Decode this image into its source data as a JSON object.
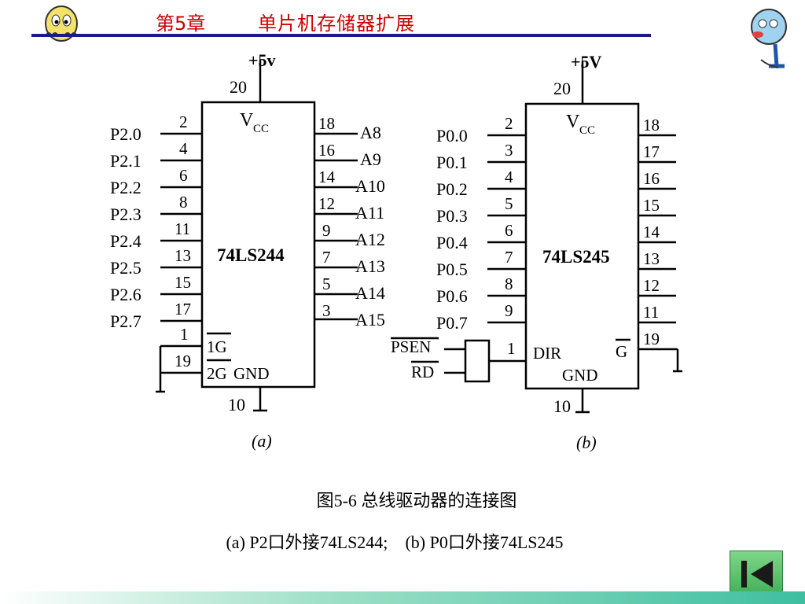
{
  "header": {
    "chapter": "第5章",
    "title": "单片机存储器扩展"
  },
  "diagram_a": {
    "power": "+5v",
    "power_pin": "20",
    "vcc": "V",
    "vcc_sub": "CC",
    "chip": "74LS244",
    "left_ports": [
      "P2.0",
      "P2.1",
      "P2.2",
      "P2.3",
      "P2.4",
      "P2.5",
      "P2.6",
      "P2.7"
    ],
    "left_pins": [
      "2",
      "4",
      "6",
      "8",
      "11",
      "13",
      "15",
      "17"
    ],
    "right_pins": [
      "18",
      "16",
      "14",
      "12",
      "9",
      "7",
      "5",
      "3"
    ],
    "right_outputs": [
      "A8",
      "A9",
      "A10",
      "A11",
      "A12",
      "A13",
      "A14",
      "A15"
    ],
    "enable_pins": [
      "1",
      "19"
    ],
    "enable_labels": [
      "1G",
      "2G"
    ],
    "gnd": "GND",
    "gnd_pin": "10",
    "label": "(a)"
  },
  "diagram_b": {
    "power": "+5V",
    "power_pin": "20",
    "vcc": "V",
    "vcc_sub": "CC",
    "chip": "74LS245",
    "left_ports": [
      "P0.0",
      "P0.1",
      "P0.2",
      "P0.3",
      "P0.4",
      "P0.5",
      "P0.6",
      "P0.7"
    ],
    "left_pins": [
      "2",
      "3",
      "4",
      "5",
      "6",
      "7",
      "8",
      "9"
    ],
    "right_pins": [
      "18",
      "17",
      "16",
      "15",
      "14",
      "13",
      "12",
      "11"
    ],
    "g_pin": "19",
    "g_label": "G",
    "psen": "PSEN",
    "rd": "RD",
    "dir_pin": "1",
    "dir": "DIR",
    "gnd": "GND",
    "gnd_pin": "10",
    "label": "(b)"
  },
  "caption": {
    "line1": "图5-6 总线驱动器的连接图",
    "line2_a": "(a) P2口外接74LS244;",
    "line2_b": "(b) P0口外接74LS245"
  },
  "colors": {
    "header_text": "#cc0000",
    "header_rule": "#1a1a8c",
    "nav_button": "#4fbf63"
  },
  "icons": {
    "nav": "skip-back-icon"
  }
}
